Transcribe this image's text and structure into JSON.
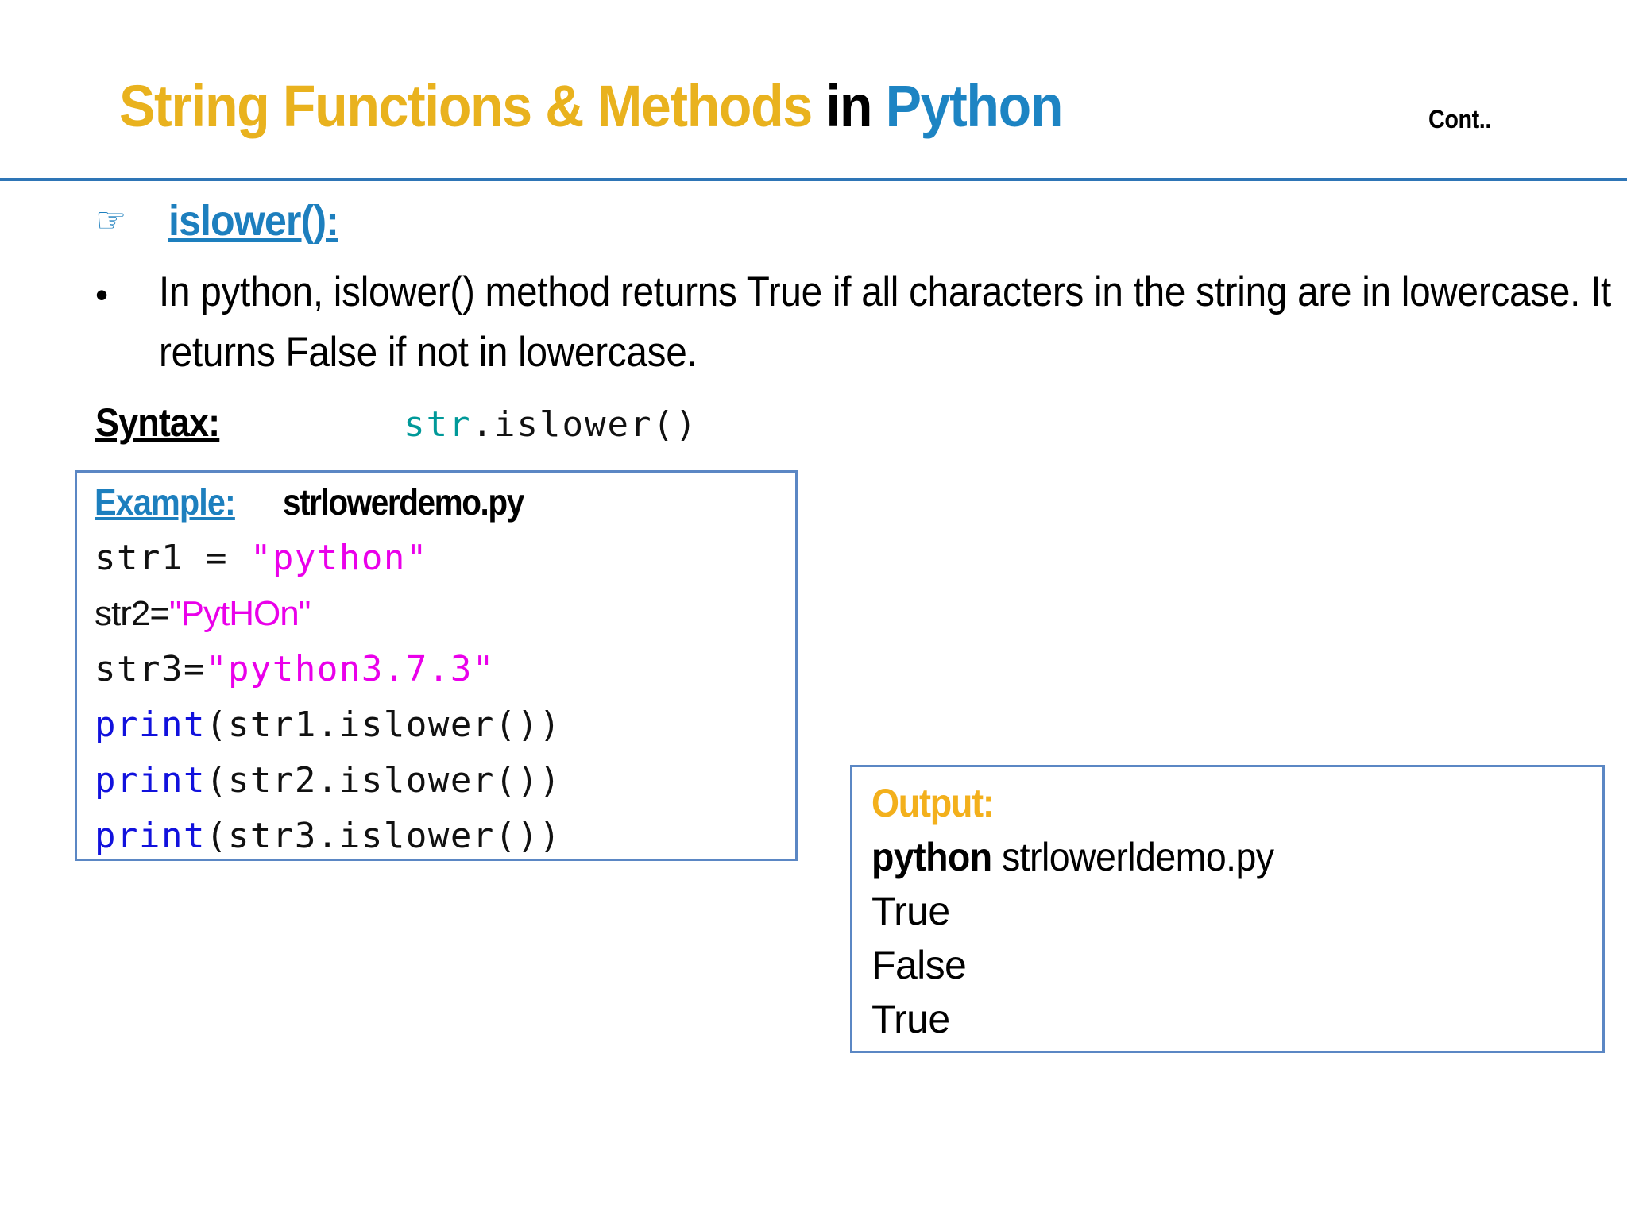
{
  "slide": {
    "title": {
      "part_gold": "String Functions & Methods",
      "part_black": " in ",
      "part_blue": "Python"
    },
    "continuation_label": "Cont..",
    "rule_color": "#2E75B6"
  },
  "heading": {
    "bullet_icon": "pointing-hand-icon",
    "bullet_glyph": "☞",
    "label": "islower():",
    "color": "#1D7FBE"
  },
  "bullet": {
    "marker": "•",
    "text": "In python, islower() method returns True if all characters in the string are in lowercase. It returns False if not in lowercase."
  },
  "syntax": {
    "label": "Syntax:",
    "code_object": "str",
    "code_rest": ".islower()",
    "object_color": "#009999"
  },
  "example": {
    "label": "Example:",
    "filename": "strlowerdemo.py",
    "border_color": "#5B87C4",
    "lines": [
      {
        "id": "l1",
        "prefix": "str1 = ",
        "literal": "\"python\"",
        "literal_color": "#EA00EA",
        "font": "mono"
      },
      {
        "id": "l2",
        "prefix": "str2=",
        "literal": "\"PytHOn\"",
        "literal_color": "#EA00EA",
        "font": "prop"
      },
      {
        "id": "l3",
        "prefix": "str3=",
        "literal": "\"python3.7.3\"",
        "literal_color": "#EA00EA",
        "font": "mono"
      },
      {
        "id": "l4",
        "keyword": "print",
        "rest": "(str1.islower())",
        "keyword_color": "#1111DD",
        "font": "mono"
      },
      {
        "id": "l5",
        "keyword": "print",
        "rest": "(str2.islower())",
        "keyword_color": "#1111DD",
        "font": "mono"
      },
      {
        "id": "l6",
        "keyword": "print",
        "rest": "(str3.islower())",
        "keyword_color": "#1111DD",
        "font": "mono"
      }
    ]
  },
  "output": {
    "title": "Output:",
    "title_color": "#F3B01C",
    "command_bold": "python",
    "command_rest": " strlowerldemo.py",
    "results": [
      "True",
      "False",
      "True"
    ],
    "border_color": "#5B87C4"
  }
}
